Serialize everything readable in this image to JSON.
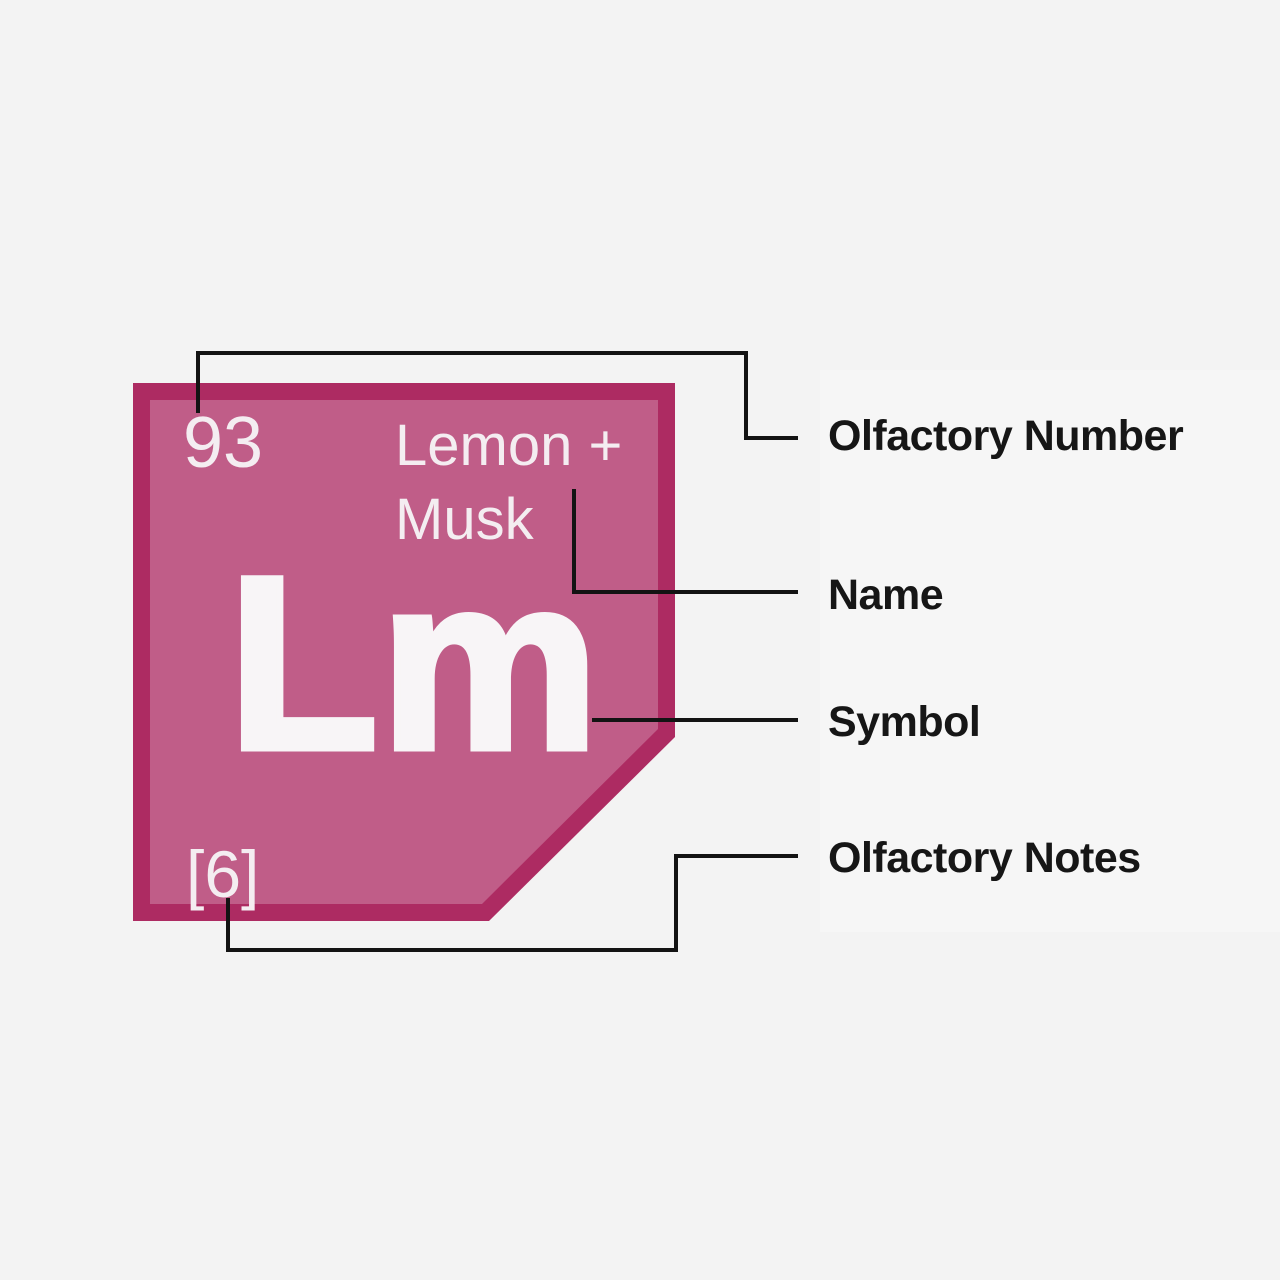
{
  "card": {
    "number": "93",
    "name_line1": "Lemon +",
    "name_line2": "Musk",
    "symbol": "Lm",
    "notes": "[6]",
    "fill_color": "#c05d88",
    "border_color": "#ad2b62",
    "text_color": "#f4edf1"
  },
  "legend": {
    "number_label": "Olfactory Number",
    "name_label": "Name",
    "symbol_label": "Symbol",
    "notes_label": "Olfactory Notes"
  },
  "colors": {
    "background": "#f3f3f3",
    "panel": "#f6f6f6",
    "connector_line": "#131313",
    "label_text": "#161616"
  }
}
